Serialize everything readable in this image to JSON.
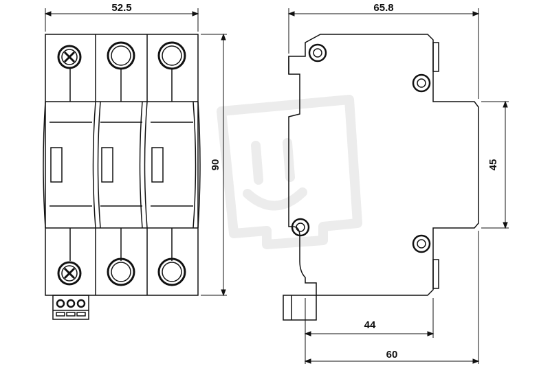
{
  "drawing": {
    "front_view": {
      "width_label": "52.5",
      "height_label": "90"
    },
    "side_view": {
      "depth_label": "65.8",
      "window_label": "45",
      "rail_depth_label": "44",
      "overall_depth_label": "60"
    }
  },
  "colors": {
    "line": "#111111",
    "background": "#ffffff",
    "watermark": "#ededed"
  }
}
